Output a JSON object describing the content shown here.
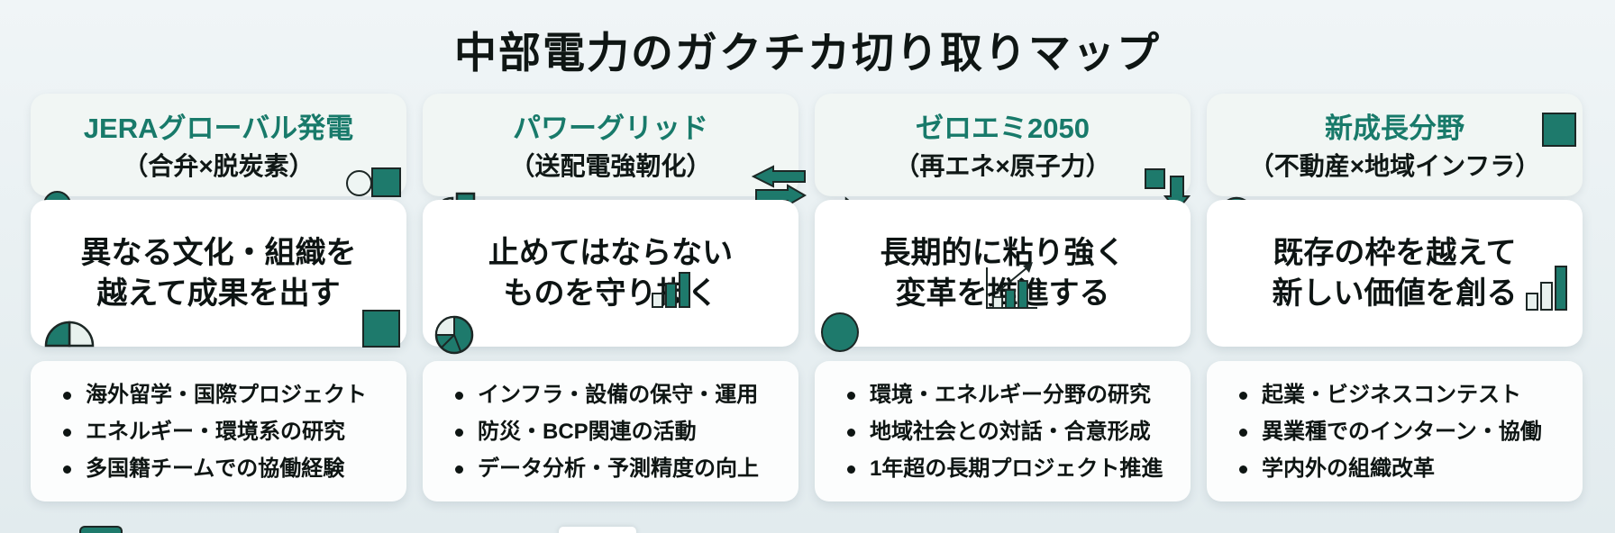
{
  "page": {
    "title": "中部電力のガクチカ切り取りマップ"
  },
  "colors": {
    "teal": "#1e7a6c",
    "teal_text": "#187a6a",
    "dark_outline": "#1c2725",
    "light_shape": "#e8f1ee",
    "page_bg": "#eaf1f3",
    "header_card_bg": "#f1f6f4",
    "card_bg": "#ffffff"
  },
  "columns": [
    {
      "title": "JERAグローバル発電",
      "subtitle": "（合弁×脱炭素）",
      "statement": [
        "異なる文化・組織を",
        "越えて成果を出す"
      ],
      "bullets": [
        "海外留学・国際プロジェクト",
        "エネルギー・環境系の研究",
        "多国籍チームでの協働経験"
      ],
      "icons": [
        "filled-circle-icon",
        "outline-circle-icon",
        "filled-square-icon",
        "half-pie-icon",
        "filled-square-icon"
      ]
    },
    {
      "title": "パワーグリッド",
      "subtitle": "（送配電強靭化）",
      "statement": [
        "止めてはならない",
        "ものを守り抜く"
      ],
      "bullets": [
        "インフラ・設備の保守・運用",
        "防災・BCP関連の活動",
        "データ分析・予測精度の向上"
      ],
      "icons": [
        "quarter-pie-icon",
        "swap-arrows-icon",
        "pie-chart-icon",
        "bar-chart-icon"
      ]
    },
    {
      "title": "ゼロエミ2050",
      "subtitle": "（再エネ×原子力）",
      "statement": [
        "長期的に粘り強く",
        "変革を推進する"
      ],
      "bullets": [
        "環境・エネルギー分野の研究",
        "地域社会との対話・合意形成",
        "1年超の長期プロジェクト推進"
      ],
      "icons": [
        "small-square-icon",
        "down-arrow-icon",
        "right-arrow-icon",
        "filled-circle-icon",
        "growth-chart-icon"
      ]
    },
    {
      "title": "新成長分野",
      "subtitle": "（不動産×地域インフラ）",
      "statement": [
        "既存の枠を越えて",
        "新しい価値を創る"
      ],
      "bullets": [
        "起業・ビジネスコンテスト",
        "異業種でのインターン・協働",
        "学内外の組織改革"
      ],
      "icons": [
        "filled-square-icon",
        "donut-icon",
        "bar-chart-icon"
      ]
    }
  ]
}
